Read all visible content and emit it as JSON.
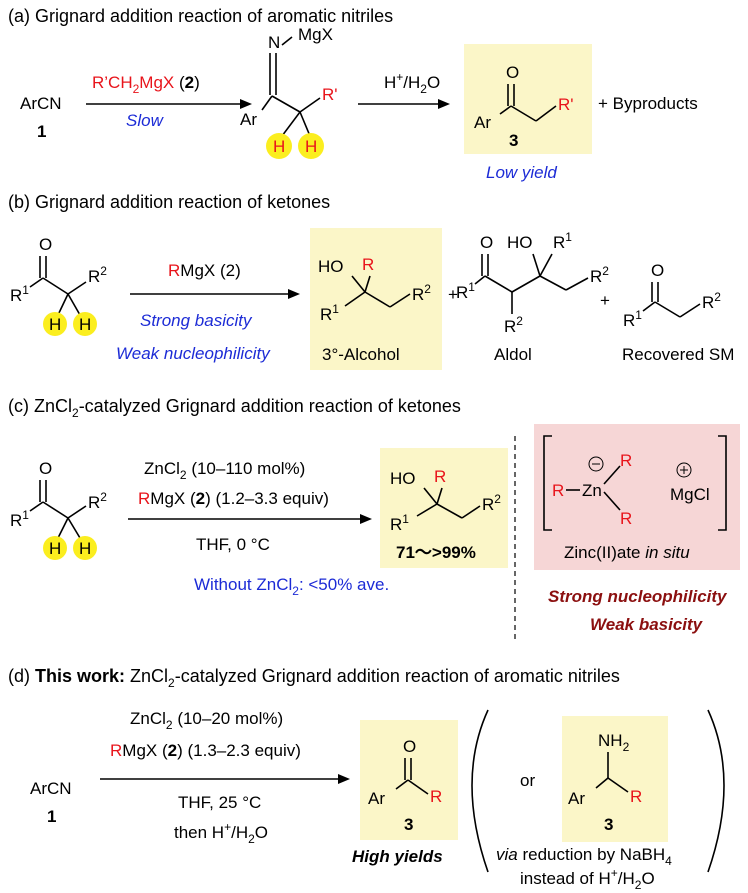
{
  "section_a": {
    "heading": "(a) Grignard addition reaction of aromatic nitriles",
    "reactant": "ArCN",
    "reactant_num": "1",
    "reagent_num": "2",
    "condition": "Slow",
    "imine_mgx": "MgX",
    "imine_n": "N",
    "ar": "Ar",
    "r_prime": "R'",
    "h": "H",
    "hydrolysis": "H+/H2O",
    "product_num": "3",
    "byproducts": "+ Byproducts",
    "yield_note": "Low yield",
    "o": "O"
  },
  "section_b": {
    "heading": "(b) Grignard addition reaction of ketones",
    "reagent": "MgX (2)",
    "cond1": "Strong basicity",
    "cond2": "Weak nucleophilicity",
    "product_label": "3°-Alcohol",
    "aldol_label": "Aldol",
    "sm_label": "Recovered SM",
    "plus": "+",
    "ho": "HO",
    "r": "R"
  },
  "section_c": {
    "heading": "(c) ZnCl2-catalyzed Grignard addition reaction of ketones",
    "cond1": "ZnCl2 (10–110 mol%)",
    "cond2": "MgX (2) (1.2–3.3 equiv)",
    "cond3": "THF, 0 °C",
    "yield": "71～>99%",
    "without": "Without ZnCl2: <50% ave.",
    "zincate_label": "Zinc(II)ate in situ",
    "zn": "Zn",
    "mgcl": "MgCl",
    "nucleo": "Strong nucleophilicity",
    "basic": "Weak basicity"
  },
  "section_d": {
    "heading_bold": "This work:",
    "heading_rest": "ZnCl2-catalyzed Grignard addition reaction of aromatic nitriles",
    "cond1": "ZnCl2 (10–20 mol%)",
    "cond2": "MgX (2) (1.3–2.3 equiv)",
    "cond3": "THF, 25 °C",
    "cond4": "then H+/H2O",
    "high_yields": "High yields",
    "or": "or",
    "nh2": "NH2",
    "reduction": "via reduction by NaBH4",
    "instead": "instead of H+/H2O"
  },
  "colors": {
    "red": "#e8141b",
    "blue": "#1c2bd6",
    "dark_red": "#8b0f0f",
    "yellow_box": "#fbf6c8",
    "pink_box": "#f6d6d6",
    "h_circle": "#fbee1f"
  }
}
